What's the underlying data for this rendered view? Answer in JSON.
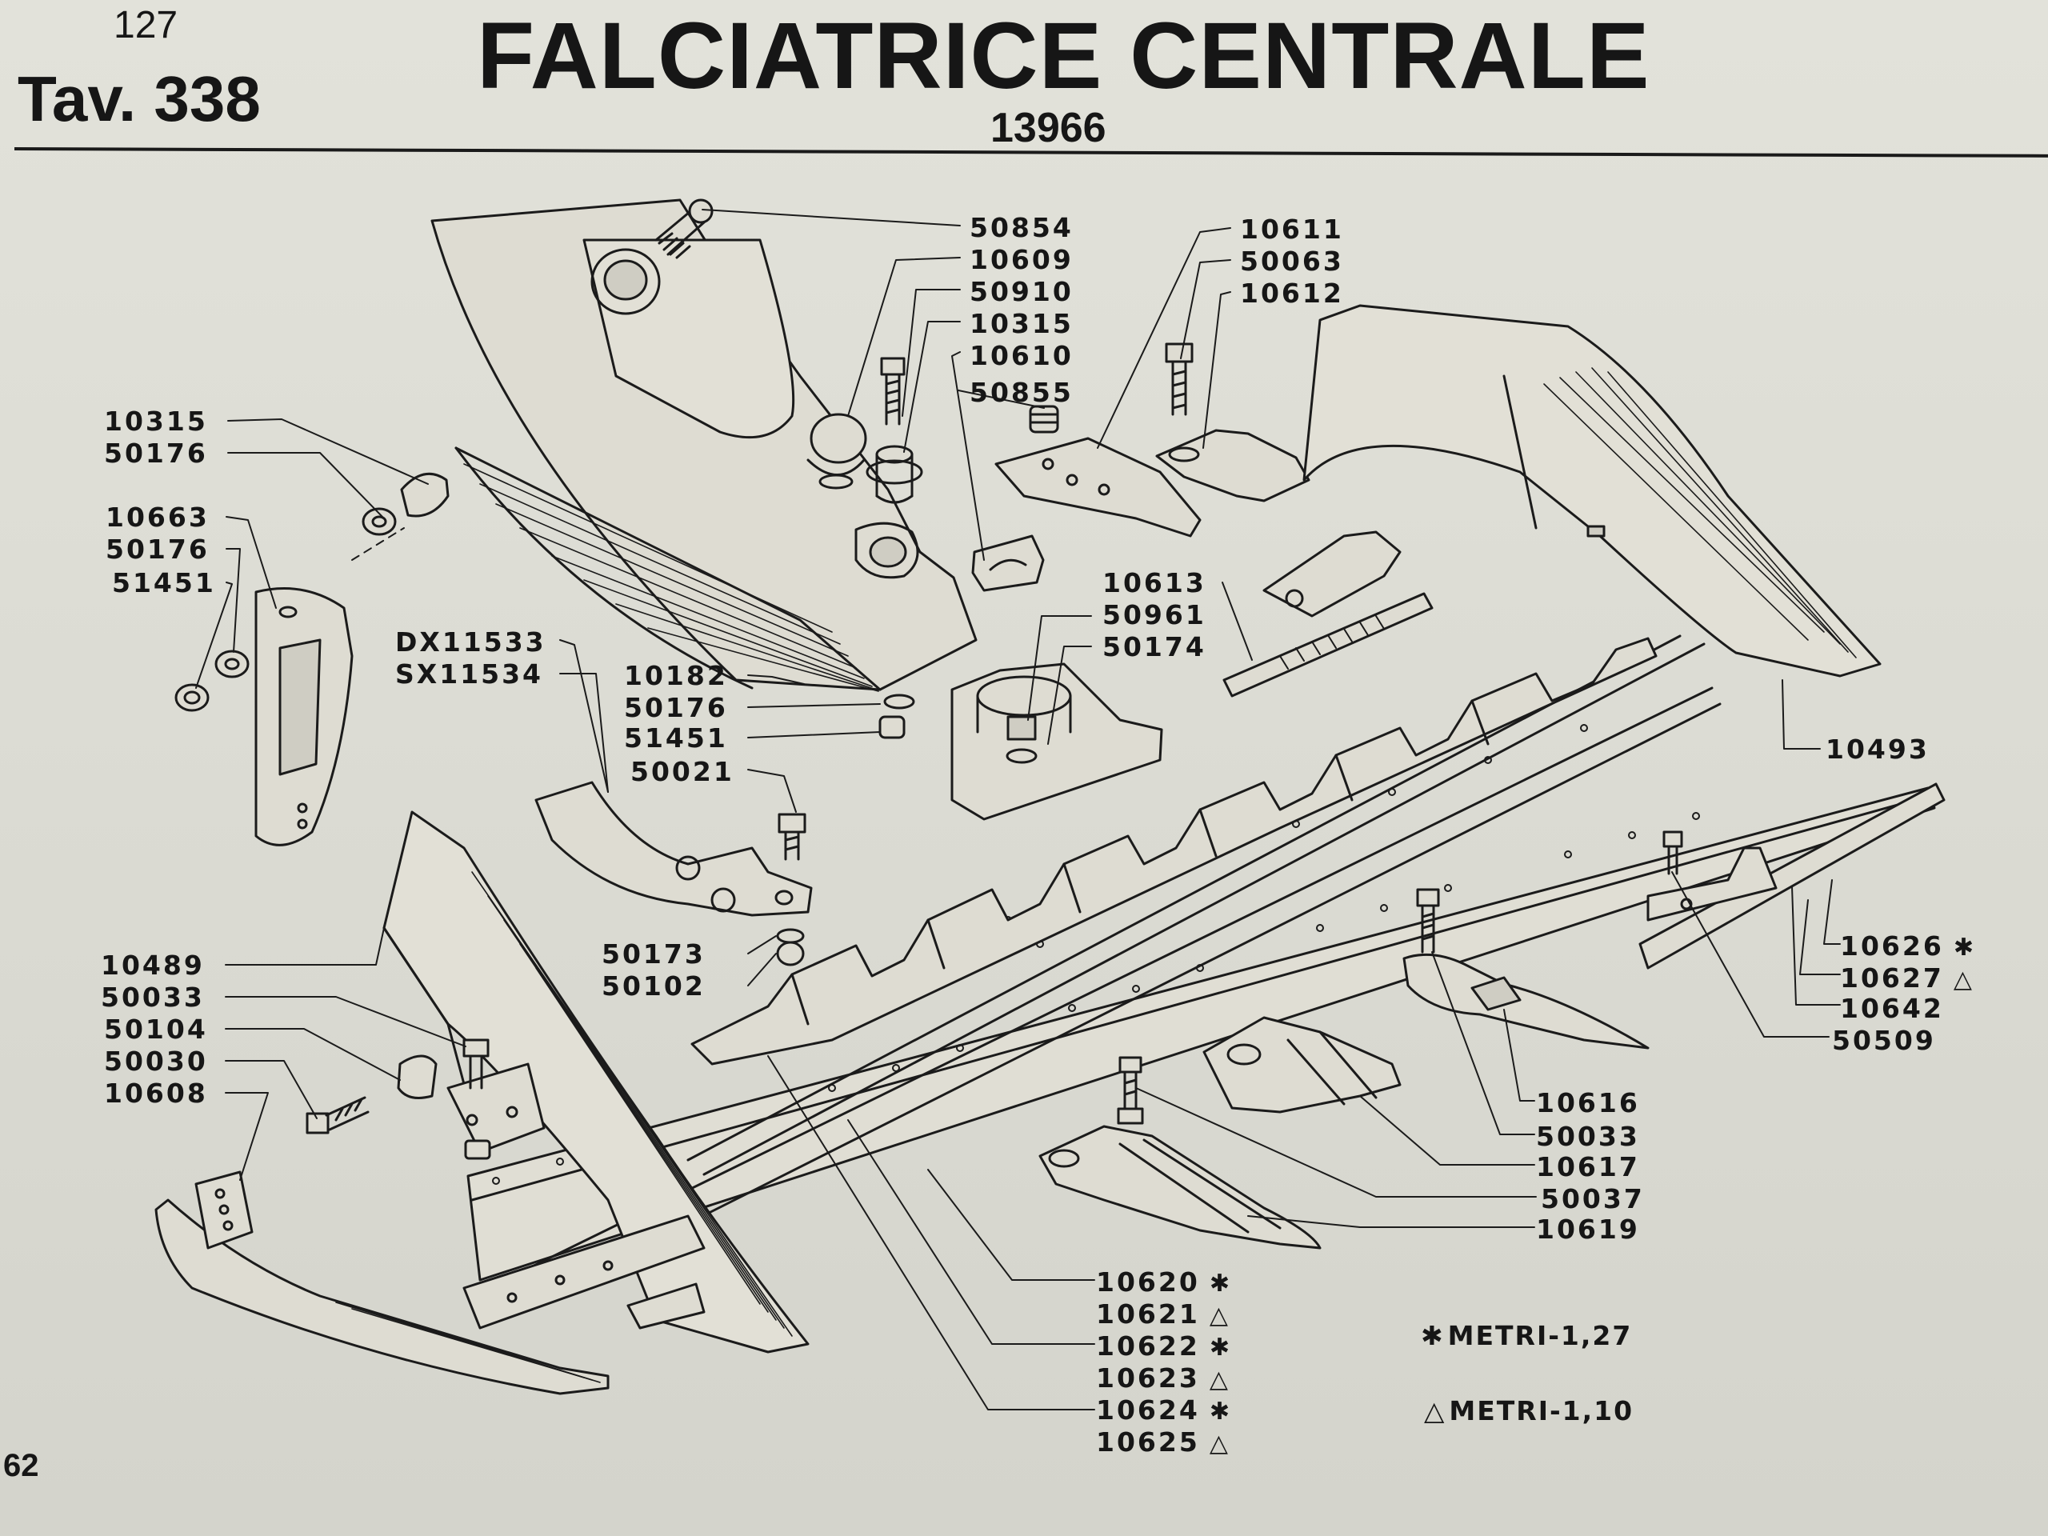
{
  "header": {
    "page_number": "127",
    "plate": "Tav. 338",
    "title": "FALCIATRICE CENTRALE",
    "code": "13966"
  },
  "footer": {
    "page_number": "62"
  },
  "markers": {
    "asterisk": "✱",
    "triangle": "△"
  },
  "labels": {
    "l50854": "50854",
    "l10609": "10609",
    "l50910": "50910",
    "l10315a": "10315",
    "l10610": "10610",
    "l50855": "50855",
    "l10611": "10611",
    "l50063": "50063",
    "l10612": "10612",
    "l10315b": "10315",
    "l50176a": "50176",
    "l10663": "10663",
    "l50176b": "50176",
    "l51451a": "51451",
    "l10613": "10613",
    "l50961": "50961",
    "l50174": "50174",
    "lDX": "DX11533",
    "lSX": "SX11534",
    "l10182": "10182",
    "l50176c": "50176",
    "l51451b": "51451",
    "l50021": "50021",
    "l10493": "10493",
    "l50173": "50173",
    "l50102": "50102",
    "l10489": "10489",
    "l50033a": "50033",
    "l50104": "50104",
    "l50030": "50030",
    "l10608": "10608",
    "l10626": "10626",
    "l10627": "10627",
    "l10642": "10642",
    "l50509": "50509",
    "l10616": "10616",
    "l50033b": "50033",
    "l10617": "10617",
    "l50037": "50037",
    "l10619": "10619",
    "l10620": "10620",
    "l10621": "10621",
    "l10622": "10622",
    "l10623": "10623",
    "l10624": "10624",
    "l10625": "10625"
  },
  "legend": {
    "asterisk_text": "METRI-1,27",
    "triangle_text": "METRI-1,10"
  }
}
